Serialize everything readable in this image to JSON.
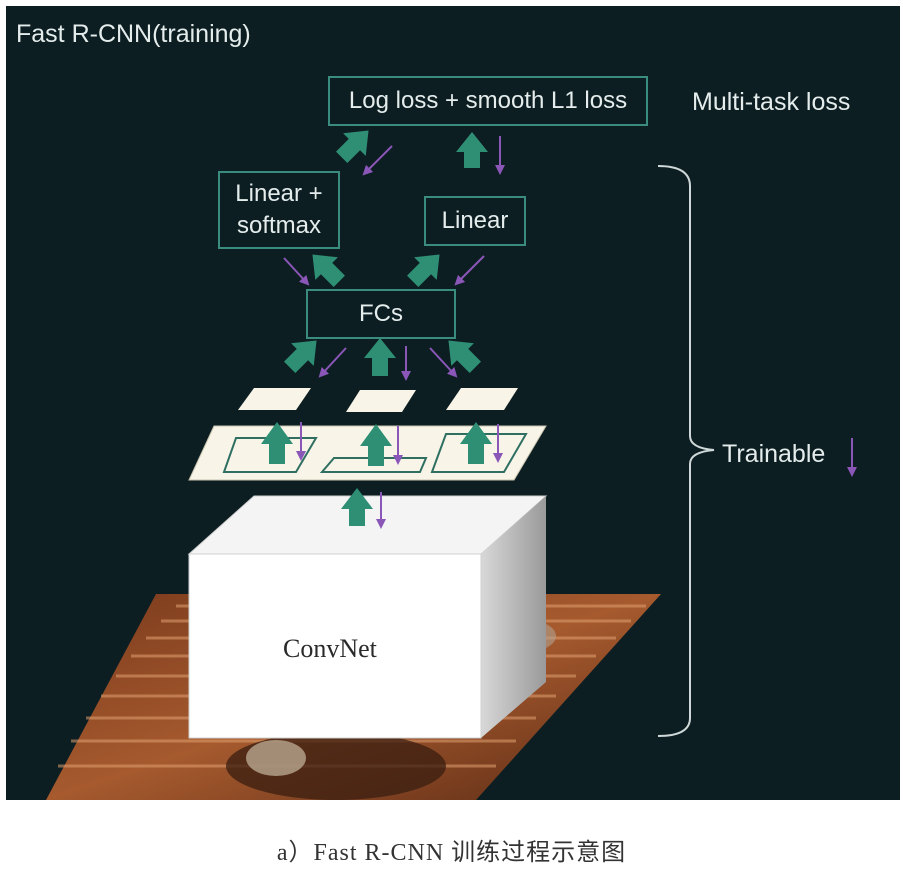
{
  "figure": {
    "title": "Fast R-CNN(training)",
    "loss_label": "Log loss + smooth L1 loss",
    "multitask_label": "Multi-task loss",
    "linear_softmax_line1": "Linear +",
    "linear_softmax_line2": "softmax",
    "linear_label": "Linear",
    "fcs_label": "FCs",
    "trainable_label": "Trainable",
    "convnet_label": "ConvNet"
  },
  "caption": "a）Fast R-CNN 训练过程示意图",
  "colors": {
    "background": "#0d1e22",
    "box_border": "#3a8c7e",
    "forward_arrow": "#2f8f75",
    "backward_arrow": "#8a56b8",
    "text": "#e4ecec"
  }
}
